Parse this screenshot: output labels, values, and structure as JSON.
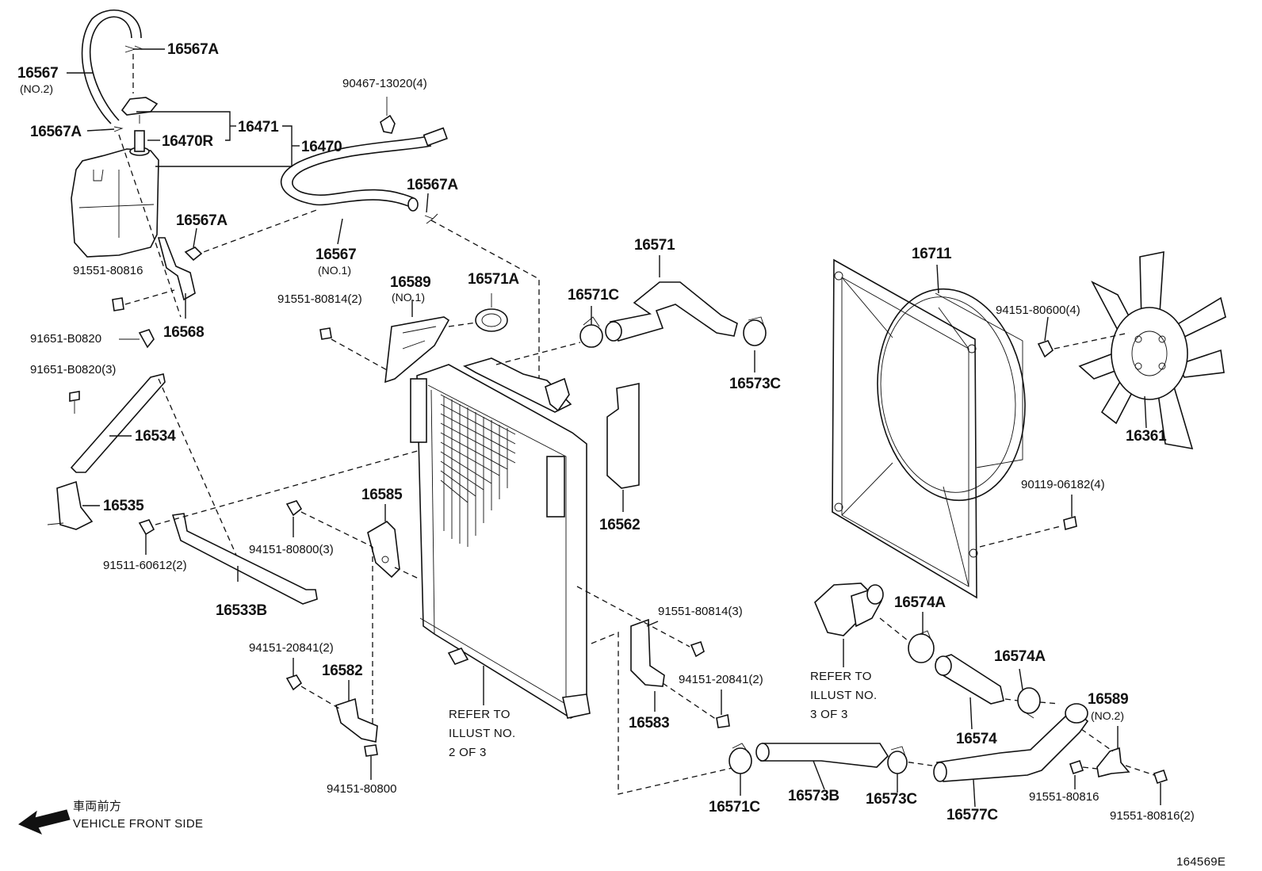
{
  "labels": {
    "p16567A_a": "16567A",
    "p16567_top": "16567",
    "p16567_no2": "(NO.2)",
    "p16567A_b": "16567A",
    "p16471": "16471",
    "p16470R": "16470R",
    "p16470": "16470",
    "p90467": "90467-13020(4)",
    "p16567A_c": "16567A",
    "p16567A_d": "16567A",
    "p16567_mid": "16567",
    "p16567_no1": "(NO.1)",
    "p91551_80816_a": "91551-80816",
    "p16568": "16568",
    "p91651_B0820": "91651-B0820",
    "p91651_B0820_3": "91651-B0820(3)",
    "p16534": "16534",
    "p16535": "16535",
    "p91511": "91511-60612(2)",
    "p16533B": "16533B",
    "p91551_80814_2": "91551-80814(2)",
    "p16589_no1": "16589",
    "p16589_no1_sub": "(NO.1)",
    "p16571A": "16571A",
    "p16571C_top": "16571C",
    "p16571": "16571",
    "p16573C_top": "16573C",
    "p16562": "16562",
    "p16585": "16585",
    "p94151_80800_3": "94151-80800(3)",
    "p94151_20841_2a": "94151-20841(2)",
    "p16582": "16582",
    "p94151_80800": "94151-80800",
    "p91551_80814_3": "91551-80814(3)",
    "p94151_20841_2b": "94151-20841(2)",
    "p16583": "16583",
    "p16711": "16711",
    "p94151_80600_4": "94151-80600(4)",
    "p16361": "16361",
    "p90119": "90119-06182(4)",
    "p16574A_a": "16574A",
    "p16574A_b": "16574A",
    "p16574": "16574",
    "p16589_no2": "16589",
    "p16589_no2_sub": "(NO.2)",
    "p91551_80816_b": "91551-80816",
    "p91551_80816_2": "91551-80816(2)",
    "p16571C_bot": "16571C",
    "p16573B": "16573B",
    "p16573C_bot": "16573C",
    "p16577C": "16577C"
  },
  "notes": {
    "refer2_l1": "REFER TO",
    "refer2_l2": "ILLUST NO.",
    "refer2_l3": "2 OF 3",
    "refer3_l1": "REFER TO",
    "refer3_l2": "ILLUST NO.",
    "refer3_l3": "3 OF 3",
    "front_jp": "車両前方",
    "front_en": "VEHICLE FRONT SIDE",
    "figure_id": "164569E"
  }
}
